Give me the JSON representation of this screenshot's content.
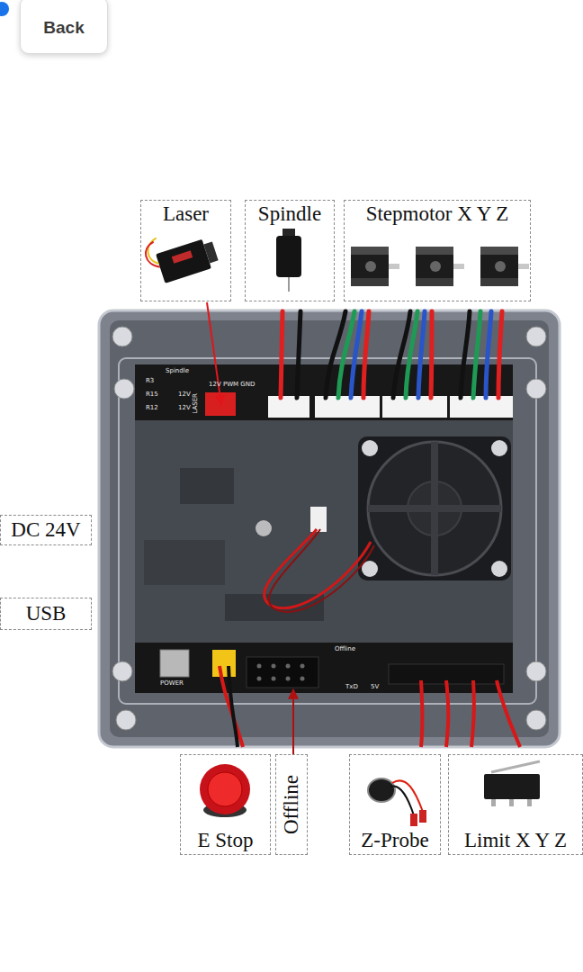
{
  "diagram": {
    "nodes": [
      {
        "text": [
          "Back"
        ]
      },
      {
        "text": [
          "Laser"
        ]
      },
      {
        "text": [
          "Spindle"
        ]
      },
      {
        "text": [
          "Stepmotor X Y Z"
        ]
      },
      {
        "text": [
          "DC 24V"
        ]
      },
      {
        "text": [
          "USB"
        ]
      },
      {
        "text": [
          "E Stop"
        ]
      },
      {
        "text": [
          "Offline"
        ]
      },
      {
        "text": [
          "Z-Probe"
        ]
      },
      {
        "text": [
          "Limit X Y Z"
        ]
      }
    ],
    "labels": [
      "Spindle",
      "R3",
      "R15",
      "R12",
      "12V",
      "12V",
      "LASER",
      "12V PWM GND",
      "POWER",
      "Offline",
      "TxD",
      "5V"
    ]
  }
}
